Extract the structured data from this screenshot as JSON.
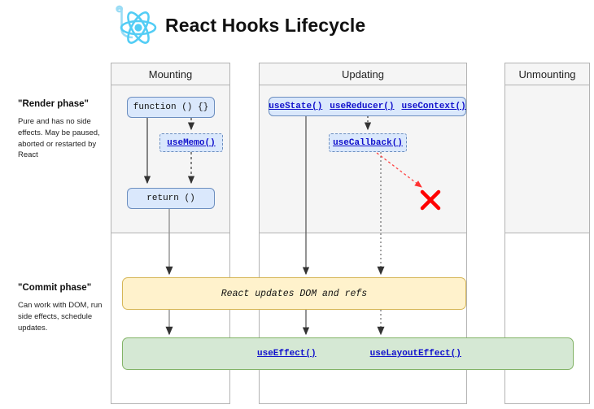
{
  "header": {
    "title": "React Hooks Lifecycle",
    "logo_icon": "react-atom-hook-icon"
  },
  "phases": [
    {
      "id": "render",
      "title": "\"Render phase\"",
      "description": "Pure and has no side effects. May be paused, aborted or restarted by React"
    },
    {
      "id": "commit",
      "title": "\"Commit phase\"",
      "description": "Can work with DOM, run side effects, schedule updates."
    }
  ],
  "columns": [
    {
      "id": "mounting",
      "label": "Mounting"
    },
    {
      "id": "updating",
      "label": "Updating"
    },
    {
      "id": "unmounting",
      "label": "Unmounting"
    }
  ],
  "nodes": {
    "function": "function () {}",
    "use_memo": "useMemo()",
    "return": "return ()",
    "use_state": "useState()",
    "use_reducer": "useReducer()",
    "use_context": "useContext()",
    "use_callback": "useCallback()"
  },
  "phase_boxes": {
    "dom": "React updates DOM and refs",
    "use_effect": "useEffect()",
    "use_layout_effect": "useLayoutEffect()"
  },
  "annotations": {
    "blocked_marker": "red-x-marker"
  },
  "colors": {
    "node_fill": "#dae8fc",
    "node_border": "#6c8ebf",
    "link_text": "#1111cc",
    "dom_box_fill": "#fff2cc",
    "dom_box_border": "#d6b656",
    "effects_box_fill": "#d5e8d4",
    "effects_box_border": "#82b366",
    "column_header_fill": "#f5f5f5",
    "render_band_fill": "#f5f5f5",
    "blocked_red": "#ff0000",
    "react_logo_blue": "#53cdf5"
  }
}
